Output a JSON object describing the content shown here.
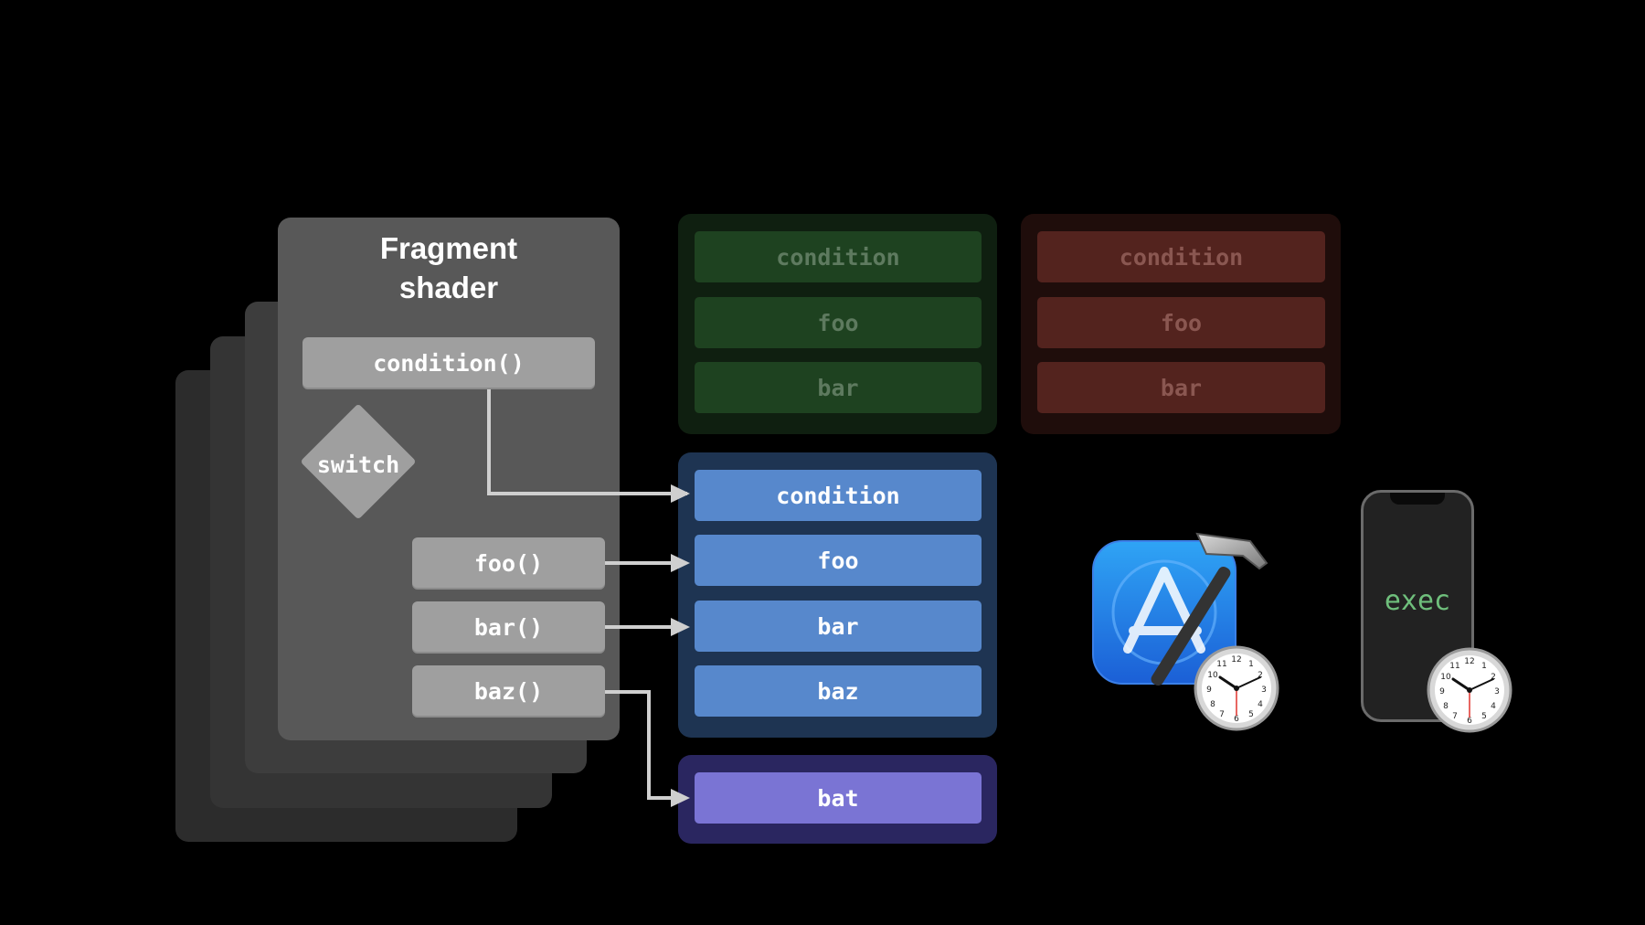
{
  "shader": {
    "title_line1": "Fragment",
    "title_line2": "shader",
    "condition_fn": "condition()",
    "switch_label": "switch",
    "functions": [
      "foo()",
      "bar()",
      "baz()"
    ]
  },
  "green_group": {
    "rows": [
      "condition",
      "foo",
      "bar"
    ],
    "color": "#1e4220"
  },
  "red_group": {
    "rows": [
      "condition",
      "foo",
      "bar"
    ],
    "color": "#53231e"
  },
  "blue_group": {
    "rows": [
      "condition",
      "foo",
      "bar",
      "baz"
    ],
    "color": "#5788cc"
  },
  "purple_group": {
    "rows": [
      "bat"
    ],
    "color": "#7a74d4"
  },
  "device": {
    "screen_text": "exec"
  },
  "icons": [
    "xcode-icon",
    "clock-icon",
    "iphone-icon"
  ]
}
